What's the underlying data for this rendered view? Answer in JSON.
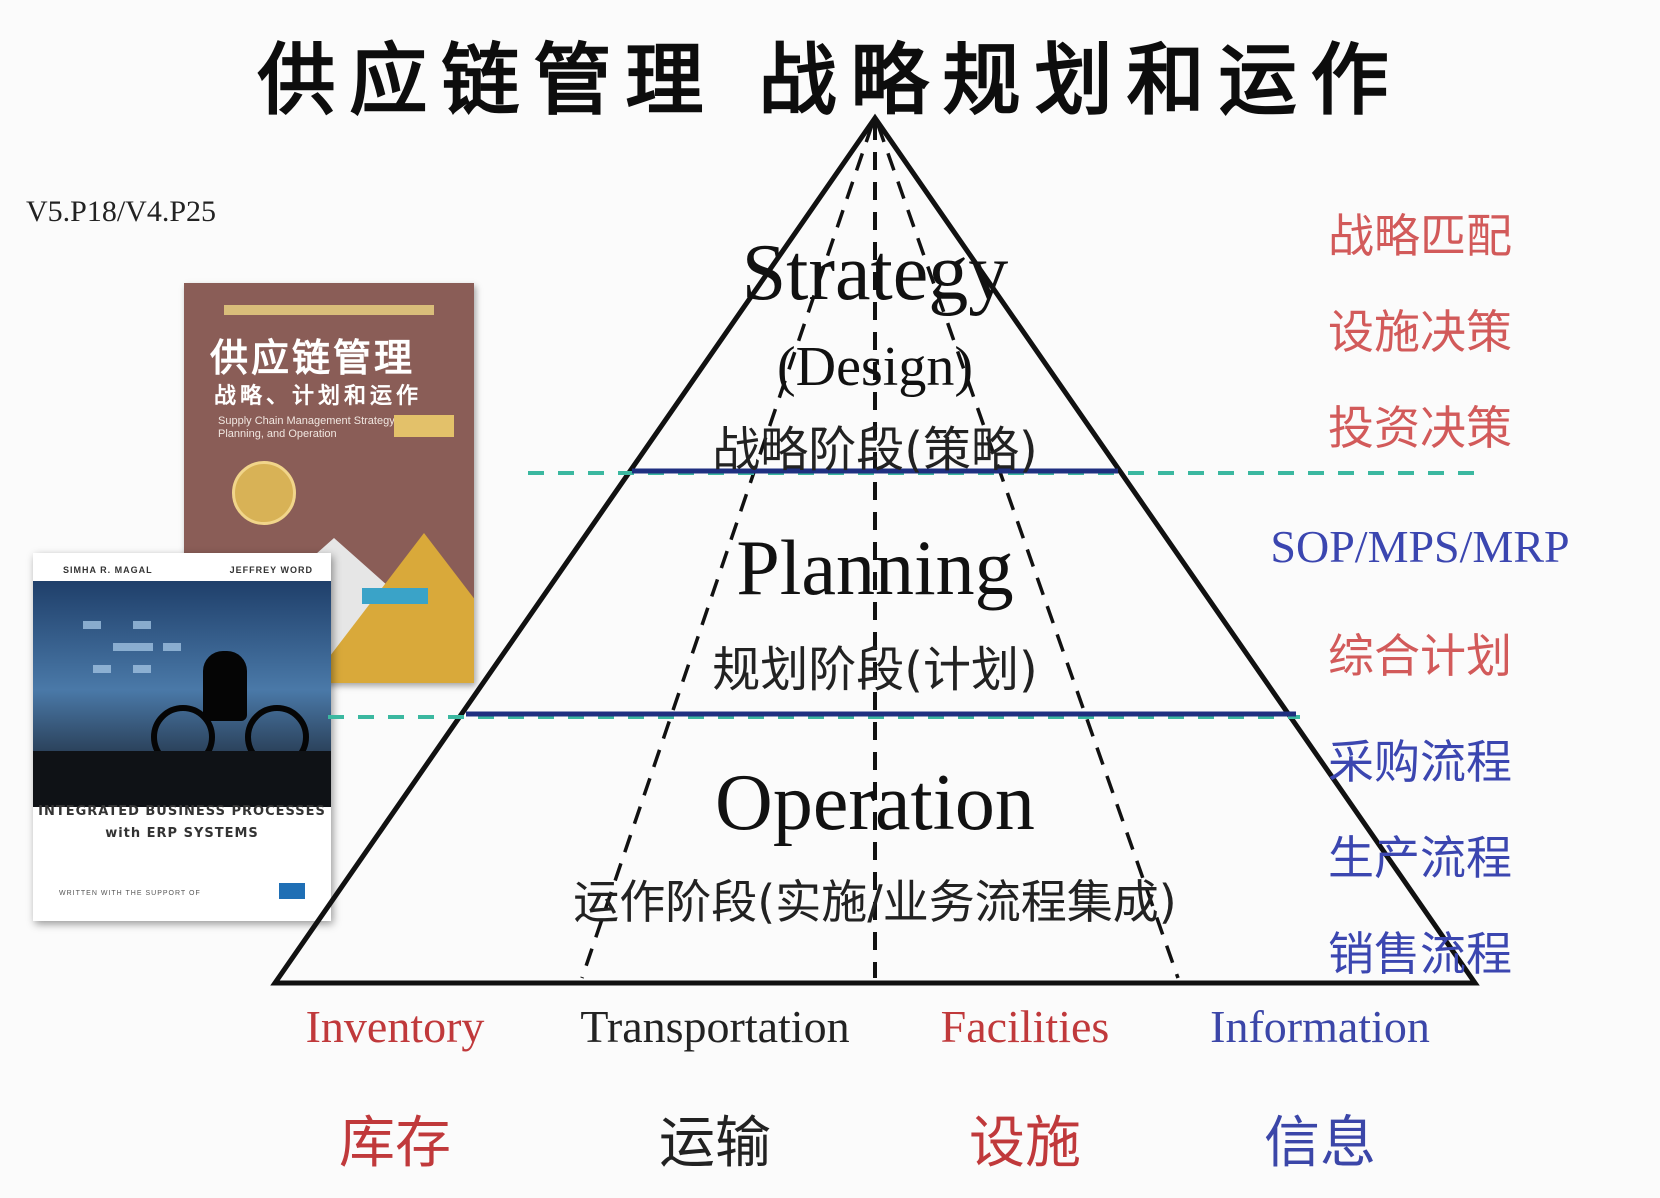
{
  "title": "供应链管理 战略规划和运作",
  "reference": "V5.P18/V4.P25",
  "pyramid": {
    "levels": [
      {
        "en": "Strategy",
        "en_sub": "(Design)",
        "zh": "战略阶段(策略)"
      },
      {
        "en": "Planning",
        "zh": "规划阶段(计划)"
      },
      {
        "en": "Operation",
        "zh": "运作阶段(实施/业务流程集成)"
      }
    ]
  },
  "side_labels": {
    "strategy": [
      "战略匹配",
      "设施决策",
      "投资决策"
    ],
    "planning": [
      "SOP/MPS/MRP",
      "综合计划"
    ],
    "operation": [
      "采购流程",
      "生产流程",
      "销售流程"
    ]
  },
  "drivers": [
    {
      "en": "Inventory",
      "zh": "库存",
      "color": "#c0393b"
    },
    {
      "en": "Transportation",
      "zh": "运输",
      "color": "#222222"
    },
    {
      "en": "Facilities",
      "zh": "设施",
      "color": "#c0393b"
    },
    {
      "en": "Information",
      "zh": "信息",
      "color": "#3b46a8"
    }
  ],
  "colors": {
    "red_text": "#d25a5a",
    "blue_text": "#3b46b0",
    "divider_solid": "#1f2f80",
    "divider_dashed": "#3bb8a0"
  },
  "book1": {
    "title": "供应链管理",
    "subtitle": "战略、计划和运作",
    "subtitle_en": "Supply Chain Management Strategy, Planning, and Operation"
  },
  "book2": {
    "author1": "SIMHA R. MAGAL",
    "author2": "JEFFREY WORD",
    "title": "INTEGRATED BUSINESS PROCESSES with ERP SYSTEMS",
    "footer": "WRITTEN WITH THE SUPPORT OF"
  }
}
